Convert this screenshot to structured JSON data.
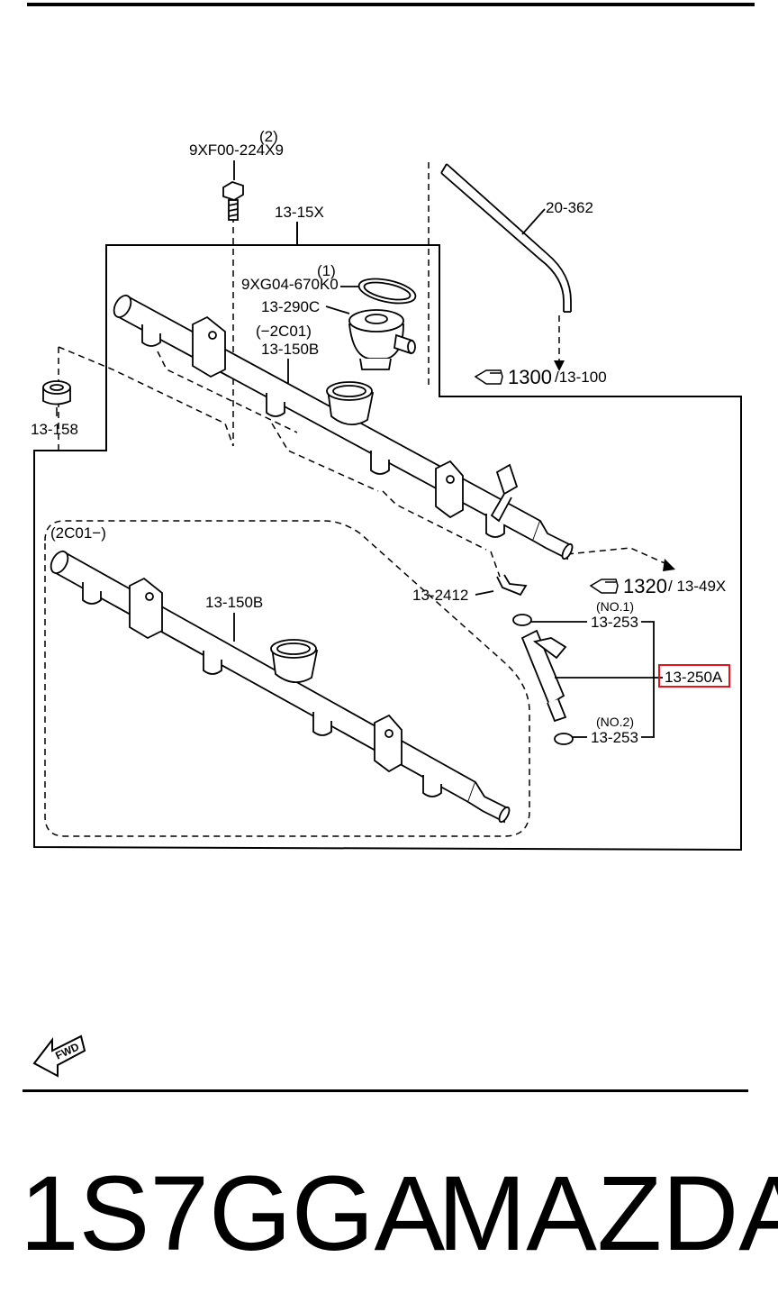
{
  "diagram": {
    "labels": {
      "bolt_qty": "(2)",
      "bolt": "9XF00-224X9",
      "rail_assembly": "13-15X",
      "hose": "20-362",
      "ring_qty": "(1)",
      "ring": "9XG04-670K0",
      "damper": "13-290C",
      "range_upper": "(−2C01)",
      "rail_upper": "13-150B",
      "ref_fig_1": "1300",
      "ref_sub_1": "/13-100",
      "cap": "13-158",
      "range_lower": "(2C01−)",
      "rail_lower": "13-150B",
      "clip": "13-2412",
      "ref_fig_2": "1320",
      "ref_sub_2": "/ 13-49X",
      "no1": "(NO.1)",
      "oring_1": "13-253",
      "injector": "13-250A",
      "no2": "(NO.2)",
      "oring_2": "13-253",
      "fwd": "FWD"
    },
    "colors": {
      "line": "#000000",
      "highlight": "#e8101a"
    }
  },
  "caption": {
    "part_code": "1S7GGA",
    "brand": "MAZDA"
  }
}
